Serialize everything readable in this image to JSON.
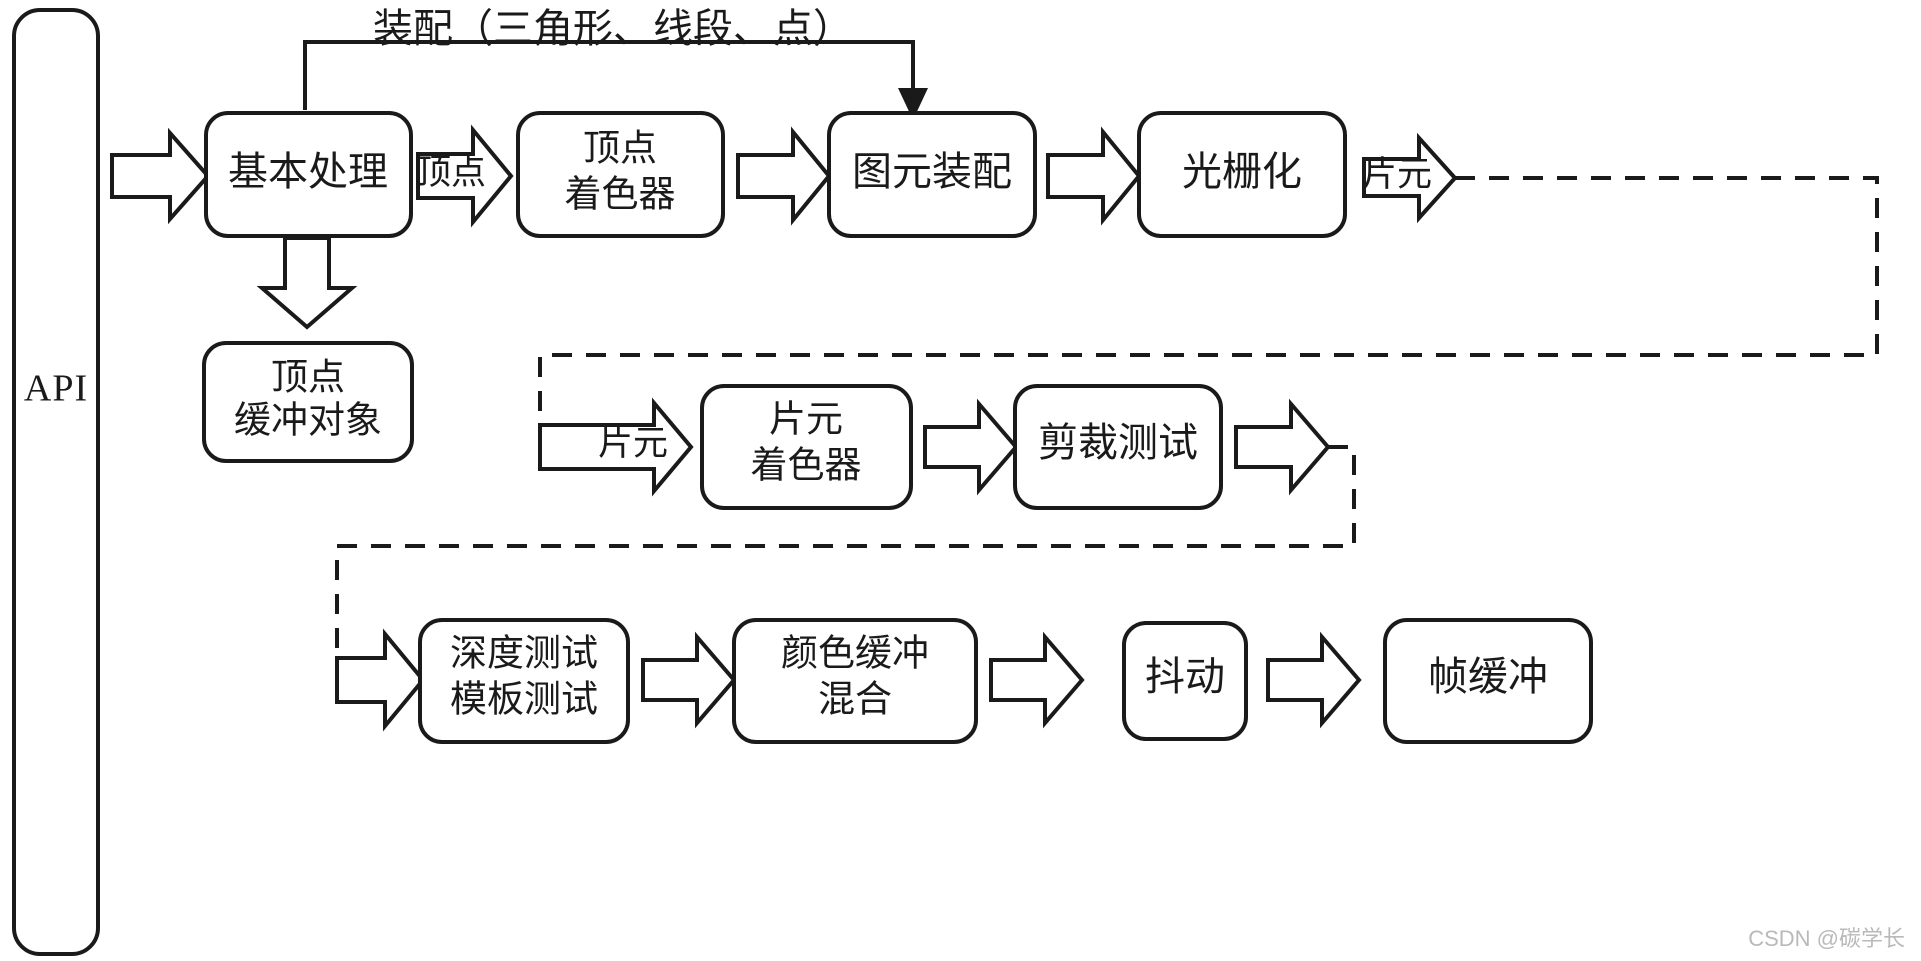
{
  "diagram": {
    "title_annotation": "装配（三角形、线段、点）",
    "watermark": "CSDN @碳学长",
    "colors": {
      "stroke": "#1a1a1a",
      "fill": "#ffffff",
      "background": "#ffffff",
      "watermark": "#b9b9b9"
    },
    "nodes": {
      "api": {
        "label": "API"
      },
      "basic_processing": {
        "label": "基本处理"
      },
      "vertex_buffer_object": {
        "line1": "顶点",
        "line2": "缓冲对象"
      },
      "vertex_shader": {
        "line1": "顶点",
        "line2": "着色器"
      },
      "primitive_assembly": {
        "label": "图元装配"
      },
      "rasterization": {
        "label": "光栅化"
      },
      "fragment_shader": {
        "line1": "片元",
        "line2": "着色器"
      },
      "scissor_test": {
        "label": "剪裁测试"
      },
      "depth_stencil_test": {
        "line1": "深度测试",
        "line2": "模板测试"
      },
      "color_buffer_blend": {
        "line1": "颜色缓冲",
        "line2": "混合"
      },
      "dithering": {
        "label": "抖动"
      },
      "frame_buffer": {
        "label": "帧缓冲"
      }
    },
    "edge_labels": {
      "vertex_top": "顶点",
      "fragment_top": "片元",
      "fragment_mid": "片元"
    }
  }
}
